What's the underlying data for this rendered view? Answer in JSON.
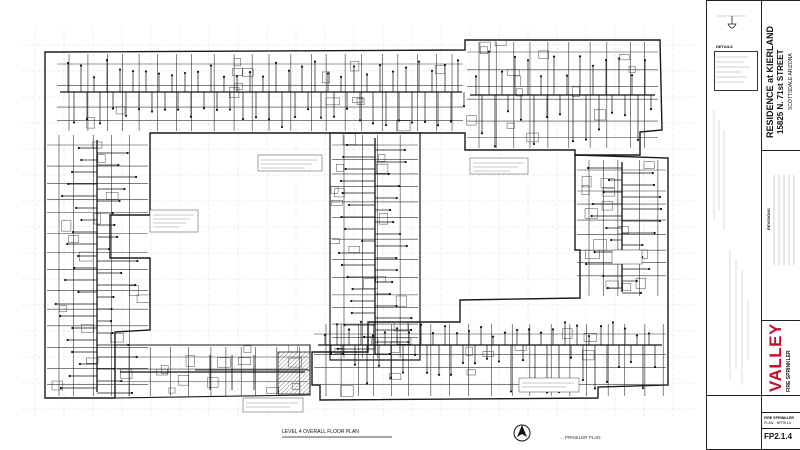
{
  "project": {
    "name": "RESIDENCE at KIERLAND",
    "address": "15825 N. 71st STREET",
    "city": "SCOTTSDALE ARIZONA"
  },
  "contractor": {
    "brand": "VALLEY",
    "line2": "FIRE SPRINKLER"
  },
  "sheet": {
    "title_line1": "FIRE SPRINKLER",
    "title_line2": "PLAN - NFPA 13",
    "number": "FP2.1.4"
  },
  "plan": {
    "title": "LEVEL 4 OVERALL FLOOR PLAN",
    "title_right": "... PRINKLER PLAN"
  },
  "headings": {
    "details": "DETAILS",
    "revisions": "REVISIONS"
  },
  "colors": {
    "ink": "#1a1a1a",
    "grid": "#cfcfcf",
    "brand_red": "#c8102e"
  }
}
